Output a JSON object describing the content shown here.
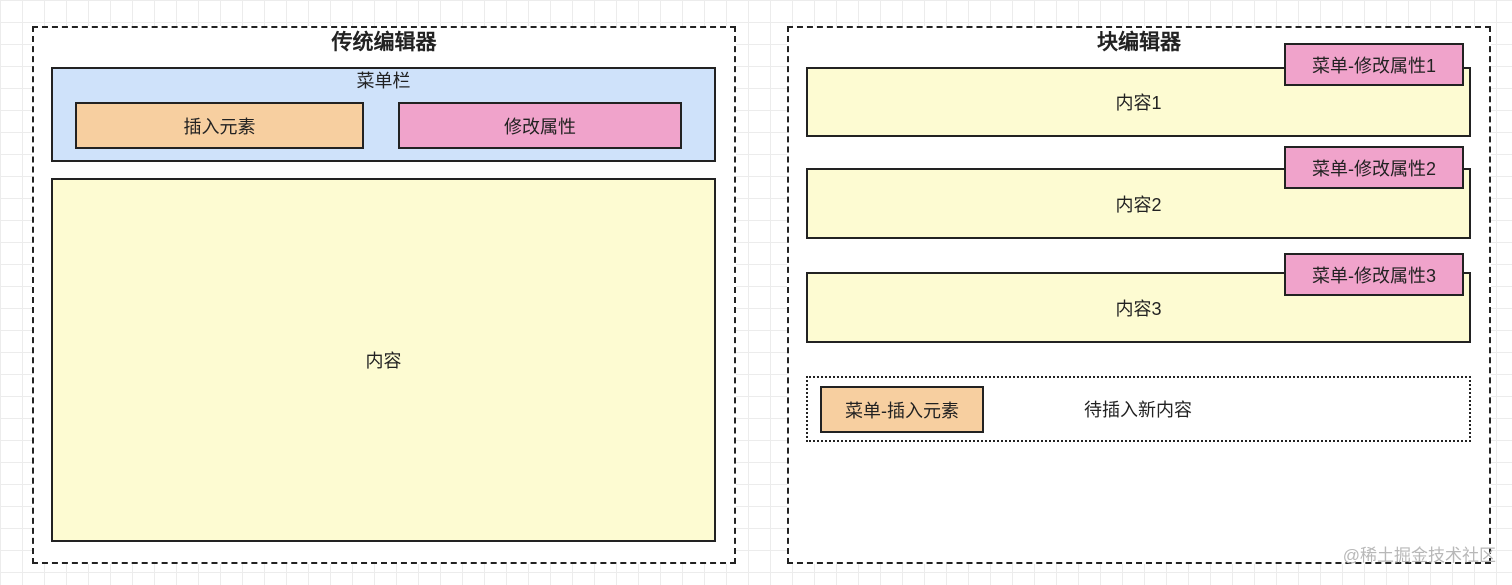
{
  "traditional": {
    "title": "传统编辑器",
    "menubar_label": "菜单栏",
    "insert_button": "插入元素",
    "modify_button": "修改属性",
    "content_label": "内容"
  },
  "block": {
    "title": "块编辑器",
    "blocks": [
      {
        "content": "内容1",
        "menu": "菜单-修改属性1"
      },
      {
        "content": "内容2",
        "menu": "菜单-修改属性2"
      },
      {
        "content": "内容3",
        "menu": "菜单-修改属性3"
      }
    ],
    "insert_menu": "菜单-插入元素",
    "pending_label": "待插入新内容"
  },
  "watermark": "@稀土掘金技术社区",
  "colors": {
    "menubar": "#cfe2fa",
    "insert": "#f7cfa0",
    "modify": "#f0a3cb",
    "content": "#fdfbd2"
  }
}
